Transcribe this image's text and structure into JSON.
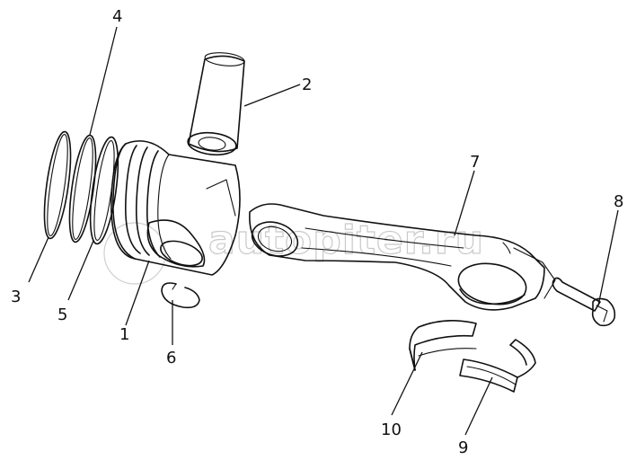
{
  "diagram": {
    "callouts": {
      "c1": "1",
      "c2": "2",
      "c3": "3",
      "c4": "4",
      "c5": "5",
      "c6": "6",
      "c7": "7",
      "c8": "8",
      "c9": "9",
      "c10": "10"
    },
    "watermark": "autopiter.ru"
  }
}
